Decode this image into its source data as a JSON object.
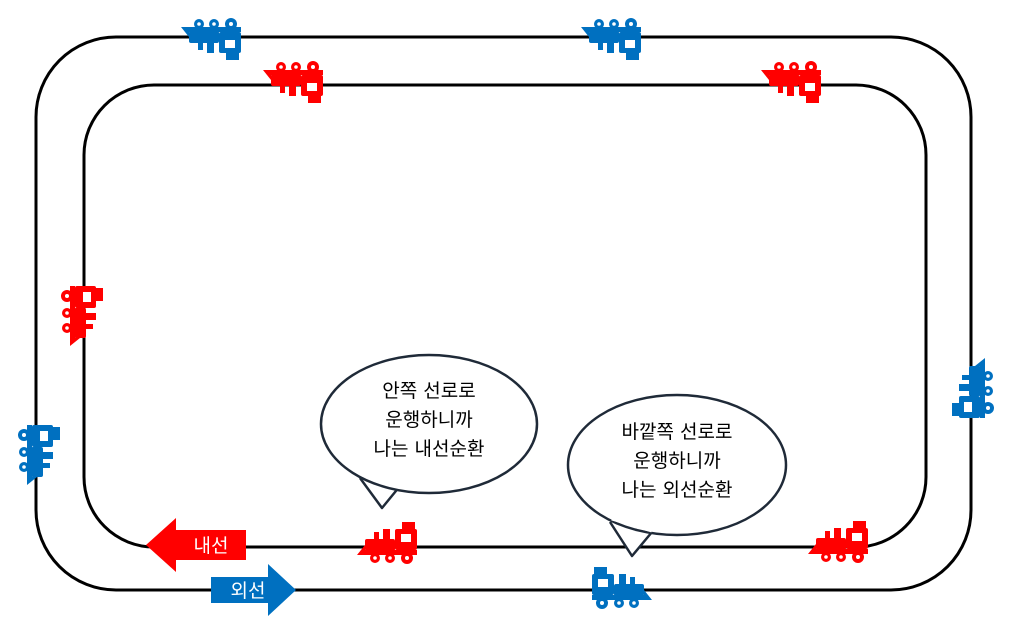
{
  "colors": {
    "inner_train": "#ff0000",
    "outer_train": "#0070c0",
    "track": "#000000",
    "bubble_border": "#1f2a38",
    "label_text": "#ffffff"
  },
  "labels": {
    "inner_line": "내선",
    "outer_line": "외선"
  },
  "bubbles": {
    "inner": [
      "안쪽 선로로",
      "운행하니까",
      "나는 내선순환"
    ],
    "outer": [
      "바깥쪽 선로로",
      "운행하니까",
      "나는 외선순환"
    ]
  },
  "icons": {
    "train": "steam-locomotive-icon",
    "arrow_left": "arrow-left-icon",
    "arrow_right": "arrow-right-icon"
  }
}
